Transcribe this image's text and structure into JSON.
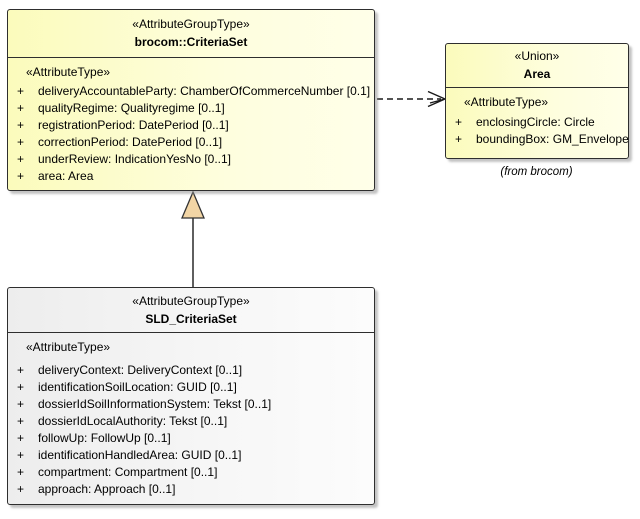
{
  "diagram": {
    "visibility_symbol": "+",
    "boxes": [
      {
        "id": "brocom-criteriaset",
        "stereotype": "«AttributeGroupType»",
        "name": "brocom::CriteriaSet",
        "section": "«AttributeType»",
        "attributes": [
          "deliveryAccountableParty: ChamberOfCommerceNumber [0.1]",
          "qualityRegime: Qualityregime [0..1]",
          "registrationPeriod: DatePeriod [0..1]",
          "correctionPeriod: DatePeriod [0..1]",
          "underReview: IndicationYesNo [0..1]",
          "area: Area"
        ]
      },
      {
        "id": "area",
        "stereotype": "«Union»",
        "name": "Area",
        "section": "«AttributeType»",
        "attributes": [
          "enclosingCircle: Circle",
          "boundingBox: GM_Envelope"
        ],
        "note": "(from brocom)"
      },
      {
        "id": "sld-criteriaset",
        "stereotype": "«AttributeGroupType»",
        "name": "SLD_CriteriaSet",
        "section": "«AttributeType»",
        "attributes": [
          "deliveryContext: DeliveryContext [0..1]",
          "identificationSoilLocation: GUID [0..1]",
          "dossierIdSoilInformationSystem: Tekst [0..1]",
          "dossierIdLocalAuthority: Tekst [0..1]",
          "followUp: FollowUp [0..1]",
          "identificationHandledArea: GUID [0..1]",
          "compartment: Compartment [0..1]",
          "approach: Approach [0..1]"
        ]
      }
    ],
    "connectors": [
      {
        "type": "dependency",
        "from": "brocom-criteriaset",
        "to": "area",
        "style": "dashed-open-arrow"
      },
      {
        "type": "generalization",
        "from": "sld-criteriaset",
        "to": "brocom-criteriaset",
        "style": "solid-triangle"
      }
    ],
    "colors": {
      "box_fill_yellow": "#fbfbbc",
      "box_fill_gray": "#ededed",
      "border": "#2e2e2e",
      "connector": "#1a1a1a",
      "triangle_fill": "#f2d5a5",
      "shadow": "#919191"
    }
  }
}
